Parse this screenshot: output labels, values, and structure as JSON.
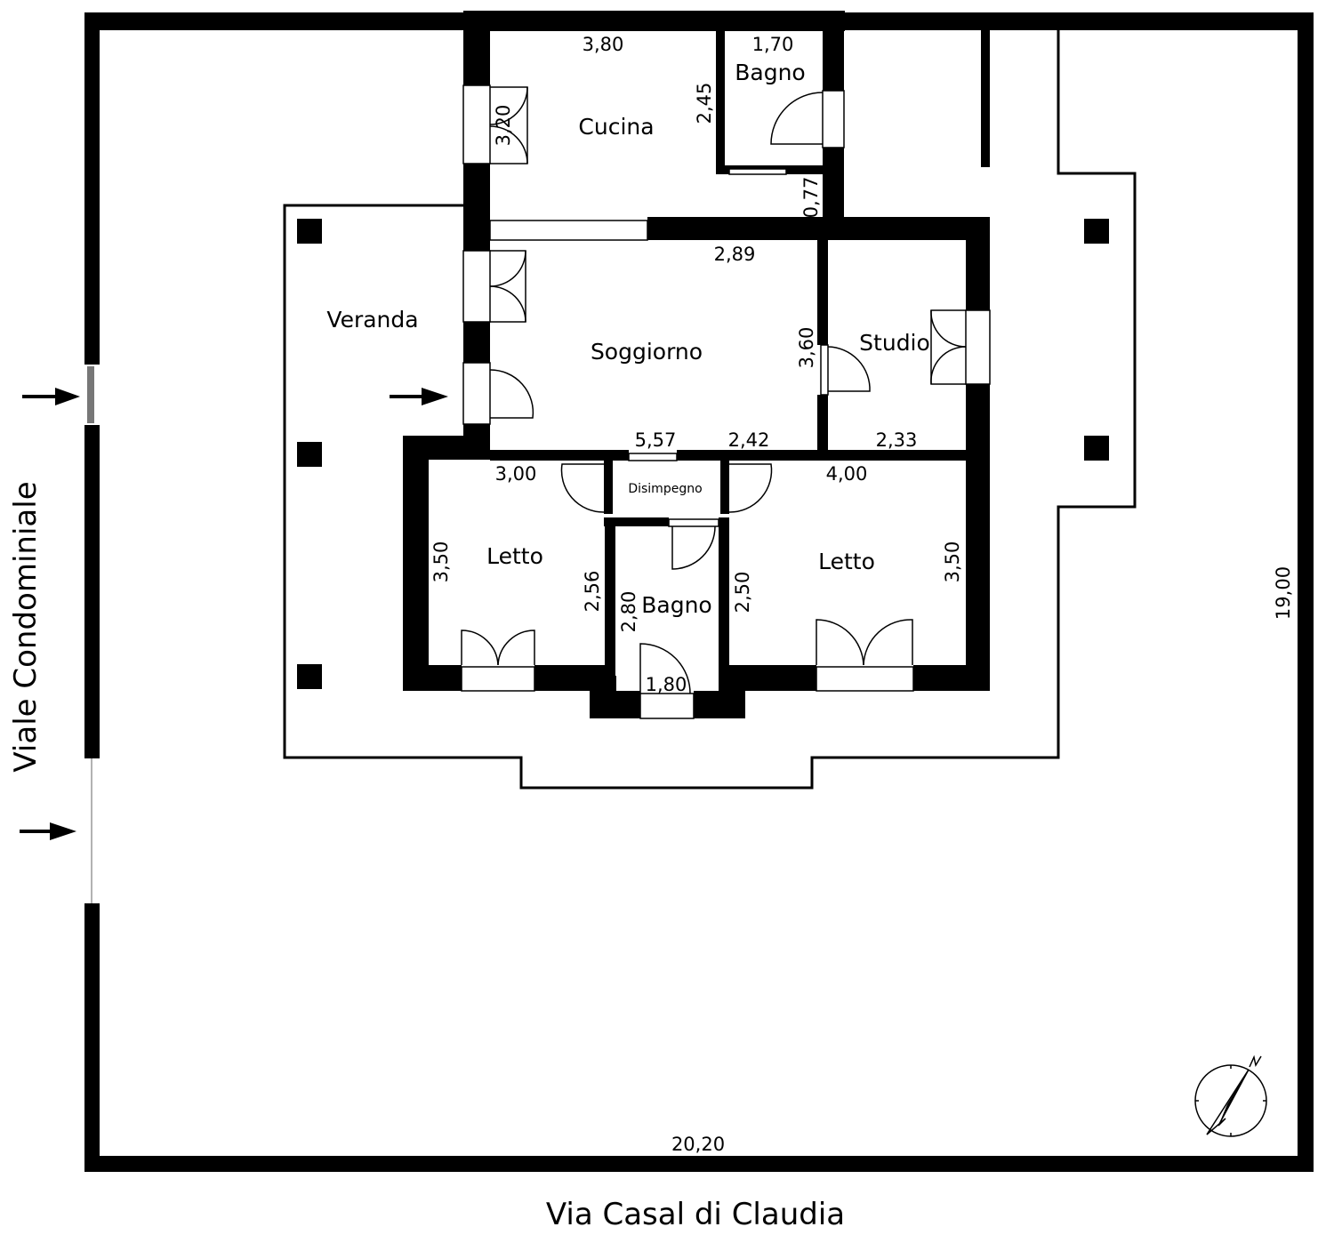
{
  "rooms": {
    "cucina": "Cucina",
    "bagno_top": "Bagno",
    "veranda": "Veranda",
    "soggiorno": "Soggiorno",
    "studio": "Studio",
    "disimpegno": "Disimpegno",
    "letto_left": "Letto",
    "bagno_bottom": "Bagno",
    "letto_right": "Letto"
  },
  "dimensions": {
    "cucina_width": "3,80",
    "bagno_top_width": "1,70",
    "cucina_height": "3,20",
    "bagno_top_height": "2,45",
    "corridor_width": "0,77",
    "soggiorno_top": "2,89",
    "soggiorno_height": "3,60",
    "soggiorno_width": "5,57",
    "soggiorno_bottom": "2,42",
    "studio_width": "2,33",
    "letto_left_width": "3,00",
    "letto_right_width": "4,00",
    "letto_left_height": "3,50",
    "letto_left_inner": "2,56",
    "bagno_bottom_height": "2,80",
    "bagno_bottom_width": "1,80",
    "letto_right_inner": "2,50",
    "letto_right_height": "3,50",
    "lot_height": "19,00",
    "lot_width": "20,20"
  },
  "streets": {
    "west": "Viale Condominiale",
    "south": "Via Casal di Claudia"
  },
  "icons": {
    "entrance": "arrow-right-icon",
    "compass": "north-compass-icon"
  }
}
